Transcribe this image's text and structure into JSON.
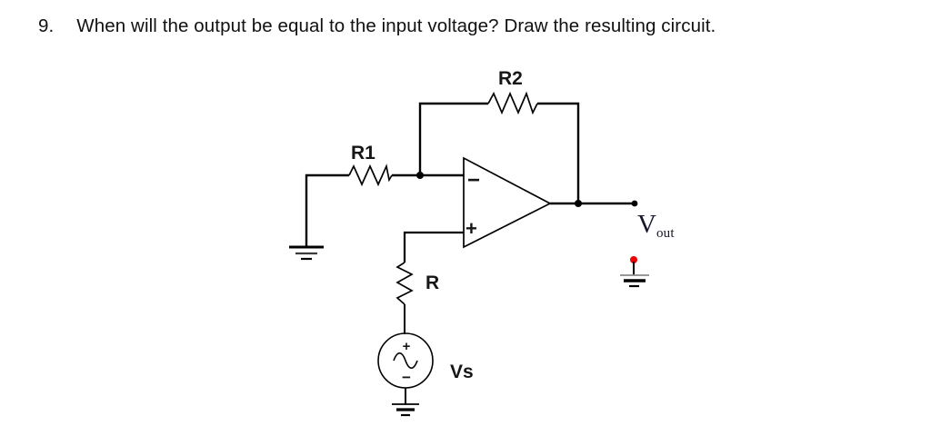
{
  "question": {
    "number": "9.",
    "text": "When will the output be equal to the input voltage? Draw the resulting circuit."
  },
  "circuit": {
    "labels": {
      "r1": "R1",
      "r2": "R2",
      "r": "R",
      "vs": "Vs",
      "vout_main": "V",
      "vout_sub": "out",
      "opamp_inverting": "−",
      "opamp_noninverting": "+",
      "source_plus": "+",
      "source_minus": "−"
    },
    "colors": {
      "wire": "#000000",
      "node_dot": "#000000",
      "probe_dot": "#ee0000"
    }
  }
}
